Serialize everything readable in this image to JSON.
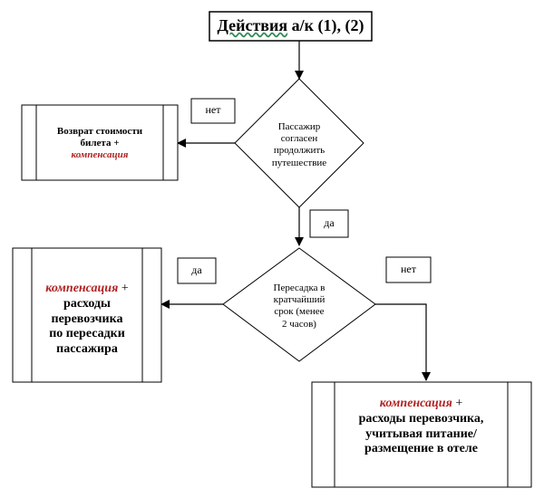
{
  "title": {
    "prefix": "Действия",
    "rest": "а/к (1), (2)"
  },
  "decision1": {
    "lines": [
      "Пассажир",
      "согласен",
      "продолжить",
      "путешествие"
    ]
  },
  "decision2": {
    "lines": [
      "Пересадка в",
      "кратчайший",
      "срок (менее",
      "2 часов)"
    ]
  },
  "labels": {
    "no1": "нет",
    "yes1": "да",
    "yes2": "да",
    "no2": "нет"
  },
  "box_refund": {
    "line1": "Возврат стоимости",
    "line2": "билета +",
    "red": "компенсация"
  },
  "box_transfer": {
    "red": "компенсация",
    "plus": " +",
    "lines": [
      "расходы",
      "перевозчика",
      "по пересадки",
      "пассажира"
    ]
  },
  "box_hotel": {
    "red": "компенсация",
    "plus": " +",
    "lines": [
      "расходы перевозчика,",
      "учитывая питание/",
      "размещение в отеле"
    ]
  },
  "colors": {
    "accent_red": "#b22222",
    "line": "#000000"
  }
}
